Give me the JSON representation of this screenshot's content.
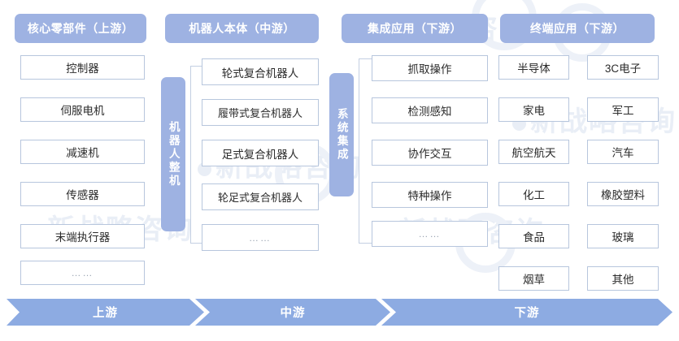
{
  "columns": [
    {
      "id": "upstream",
      "header": "核心零部件（上游）",
      "items": [
        "控制器",
        "伺服电机",
        "减速机",
        "传感器",
        "末端执行器",
        "……"
      ]
    },
    {
      "id": "midstream",
      "header": "机器人本体（中游）",
      "vertical_label": "机器人整机",
      "items": [
        "轮式复合机器人",
        "履带式复合机器人",
        "足式复合机器人",
        "轮足式复合机器人",
        "……"
      ]
    },
    {
      "id": "integration",
      "header": "集成应用（下游）",
      "vertical_label": "系统集成",
      "items": [
        "抓取操作",
        "检测感知",
        "协作交互",
        "特种操作",
        "……"
      ]
    },
    {
      "id": "terminal",
      "header": "终端应用（下游）",
      "items_left": [
        "半导体",
        "家电",
        "航空航天",
        "化工",
        "食品",
        "烟草"
      ],
      "items_right": [
        "3C电子",
        "军工",
        "汽车",
        "橡胶塑料",
        "玻璃",
        "其他"
      ]
    }
  ],
  "flow": {
    "stages": [
      "上游",
      "中游",
      "下游"
    ]
  },
  "colors": {
    "header_blue": "#9eb2e2",
    "arrow_blue": "#8dabe2",
    "box_border": "#b7c6dd",
    "box_fill": "#ffffff",
    "text_dark": "#2b2b2b",
    "watermark": "#e9eef6"
  },
  "watermark": {
    "text": "新战略咨询"
  }
}
